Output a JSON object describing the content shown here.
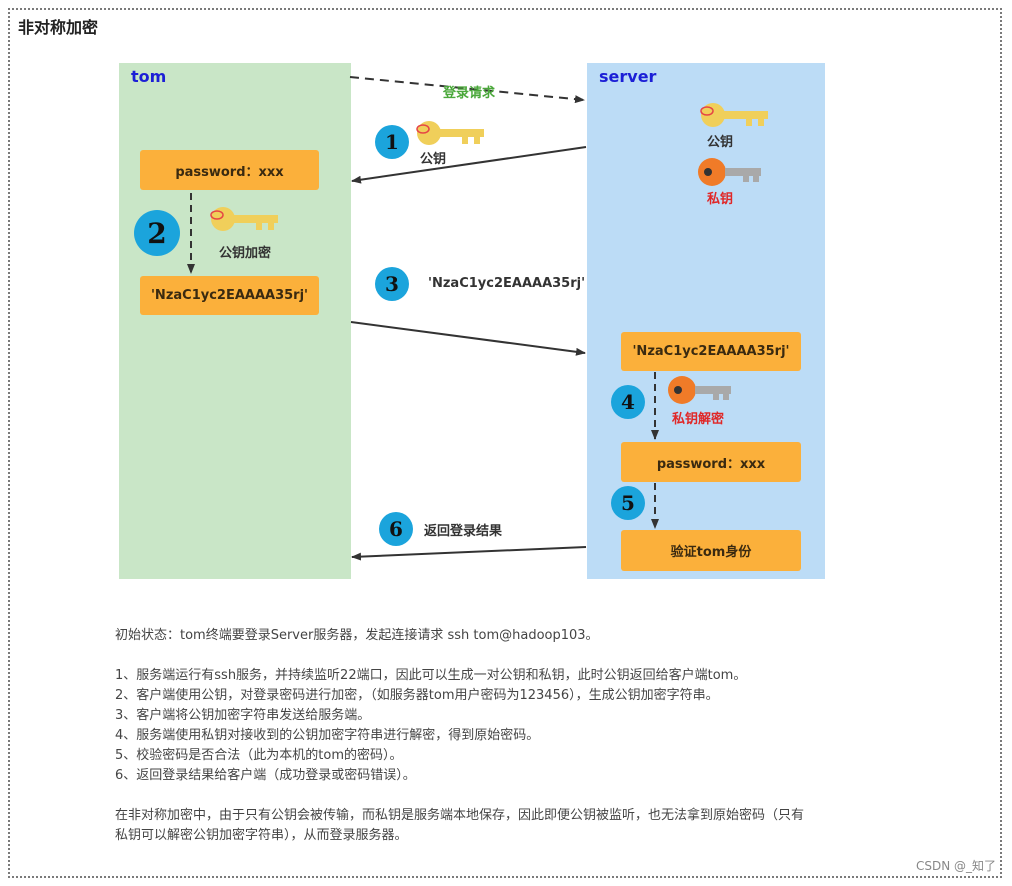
{
  "title": "非对称加密",
  "panels": {
    "tom": "tom",
    "server": "server"
  },
  "arrows": {
    "login_request": "登录请求"
  },
  "steps": [
    {
      "num": "1",
      "label": "公钥"
    },
    {
      "num": "2",
      "label": "公钥加密"
    },
    {
      "num": "3",
      "label": "'NzaC1yc2EAAAA35rj'"
    },
    {
      "num": "4",
      "label": "私钥解密"
    },
    {
      "num": "5",
      "label": ""
    },
    {
      "num": "6",
      "label": "返回登录结果"
    }
  ],
  "tom_boxes": {
    "password": "password：xxx",
    "cipher": "'NzaC1yc2EAAAA35rj'"
  },
  "server_boxes": {
    "cipher": "'NzaC1yc2EAAAA35rj'",
    "password": "password：xxx",
    "verify": "验证tom身份"
  },
  "server_keys": {
    "public": "公钥",
    "private": "私钥"
  },
  "icons": {
    "public_key": "yellow-key-icon",
    "private_key": "orange-gray-key-icon"
  },
  "colors": {
    "tom_panel": "#c9e6c7",
    "server_panel": "#bcdcf6",
    "box": "#fbb03b",
    "step_circle": "#1ba4dc",
    "private_label": "#e02727",
    "request_label": "#4aa83a"
  },
  "description": {
    "intro": "初始状态：tom终端要登录Server服务器，发起连接请求 ssh tom@hadoop103。",
    "items": [
      "1、服务端运行有ssh服务，并持续监听22端口，因此可以生成一对公钥和私钥，此时公钥返回给客户端tom。",
      "2、客户端使用公钥，对登录密码进行加密，（如服务器tom用户密码为123456），生成公钥加密字符串。",
      "3、客户端将公钥加密字符串发送给服务端。",
      "4、服务端使用私钥对接收到的公钥加密字符串进行解密，得到原始密码。",
      "5、校验密码是否合法（此为本机的tom的密码）。",
      "6、返回登录结果给客户端（成功登录或密码错误）。"
    ],
    "summary_1": "在非对称加密中，由于只有公钥会被传输，而私钥是服务端本地保存，因此即便公钥被监听，也无法拿到原始密码（只有",
    "summary_2": "私钥可以解密公钥加密字符串），从而登录服务器。"
  },
  "watermark": "CSDN @_知了"
}
